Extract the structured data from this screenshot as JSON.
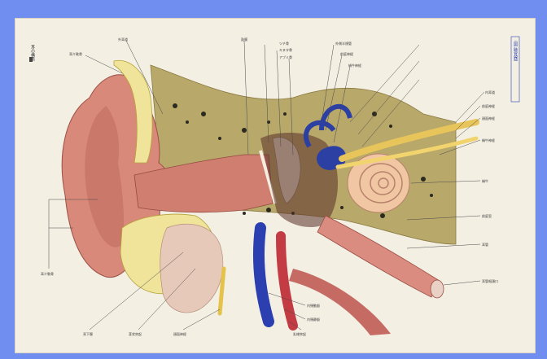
{
  "title_vertical": "耳の構造",
  "title_right_vertical": "(図 聴覚器)",
  "labels_left_top": [
    "外耳道",
    "耳介軟骨",
    "鼓膜",
    "ツチ骨",
    "キヌタ骨",
    "アブミ骨",
    "外側半規管",
    "前庭神経",
    "蝸牛神経"
  ],
  "labels_right": [
    "内耳道",
    "前庭神経",
    "顔面神経",
    "蝸牛神経",
    "蝸牛",
    "前庭窓",
    "耳管",
    "耳管咽頭口"
  ],
  "labels_bottom": [
    "耳下腺",
    "茎状突起",
    "顔面神経",
    "内頸動脈",
    "内頸静脈",
    "乳様突起"
  ],
  "labels_left": [
    "耳介軟骨"
  ]
}
